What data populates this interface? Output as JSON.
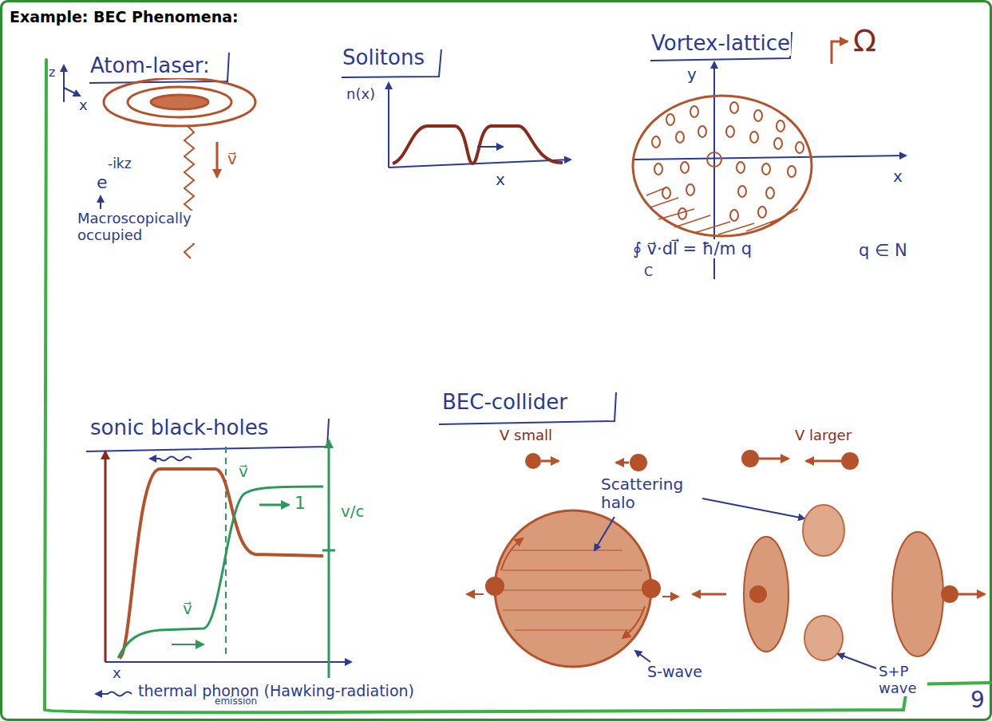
{
  "diagram": {
    "title": "Example: BEC Phenomena:",
    "labels": [
      "Atom-laser:",
      "z",
      "x",
      "-ikz",
      "e",
      "v⃗",
      "Macroscopically occupied",
      "Solitons",
      "n(x)",
      "x",
      "Vortex-lattice",
      "y",
      "x",
      "Ω",
      "∮ v⃗·dl⃗ = ħ/m q",
      "C",
      "q ∈ N",
      "sonic black-holes",
      "v⃗",
      "v⃗",
      "1",
      "v/c",
      "x",
      "thermal phonon (Hawking-radiation)",
      "emission",
      "BEC-collider",
      "V small",
      "V larger",
      "Scattering halo",
      "S-wave",
      "S+P wave",
      "9"
    ]
  }
}
